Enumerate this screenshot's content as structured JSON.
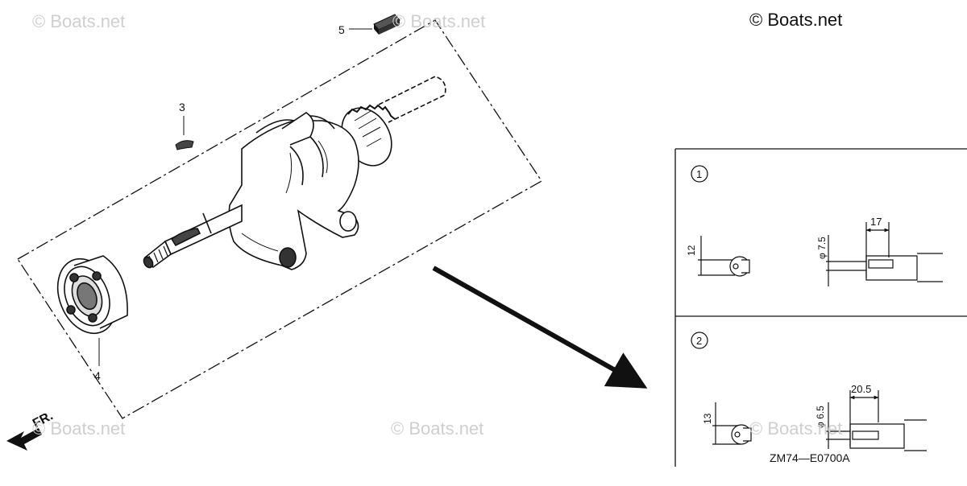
{
  "watermark": "© Boats.net",
  "copyright": "© Boats.net",
  "parts": [
    {
      "ref": "3"
    },
    {
      "ref": "4"
    },
    {
      "ref": "5"
    }
  ],
  "direction_label": "FR.",
  "detail_1": {
    "number": "1",
    "dim_height": "12",
    "dim_diameter": "φ 7.5",
    "dim_length": "17"
  },
  "detail_2": {
    "number": "2",
    "dim_height": "13",
    "dim_diameter": "φ 6.5",
    "dim_length": "20.5"
  },
  "diagram_code": "ZM74—E0700A",
  "colors": {
    "line": "#111111",
    "watermark": "#cfcfcf"
  }
}
